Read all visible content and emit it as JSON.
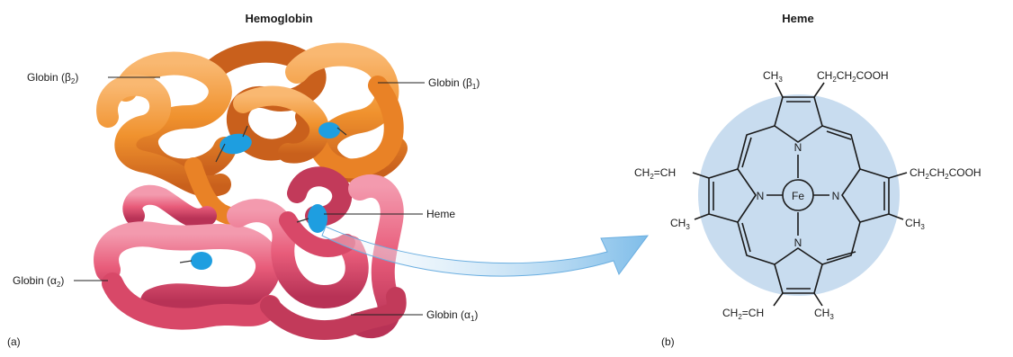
{
  "panel_a": {
    "title": "Hemoglobin",
    "letter": "(a)",
    "labels": {
      "globin_b2": {
        "text": "Globin (β",
        "sub": "2",
        "close": ")"
      },
      "globin_b1": {
        "text": "Globin (β",
        "sub": "1",
        "close": ")"
      },
      "heme": {
        "text": "Heme"
      },
      "globin_a2": {
        "text": "Globin (α",
        "sub": "2",
        "close": ")"
      },
      "globin_a1": {
        "text": "Globin (α",
        "sub": "1",
        "close": ")"
      }
    }
  },
  "panel_b": {
    "title": "Heme",
    "letter": "(b)",
    "center_atom": "Fe",
    "nitrogen": "N",
    "substituents": {
      "top_left_ch": "CH",
      "top_left_sub": "3",
      "top_right_a": "CH",
      "top_right_s1": "2",
      "top_right_b": "CH",
      "top_right_s2": "2",
      "top_right_c": "COOH",
      "left_a": "CH",
      "left_s": "2",
      "left_b": "=CH",
      "left_low_ch": "CH",
      "left_low_sub": "3",
      "right_a": "CH",
      "right_s1": "2",
      "right_b": "CH",
      "right_s2": "2",
      "right_c": "COOH",
      "right_low_ch": "CH",
      "right_low_sub": "3",
      "bottom_a": "CH",
      "bottom_s": "2",
      "bottom_b": "=CH",
      "bottom_right_ch": "CH",
      "bottom_right_sub": "3"
    }
  },
  "colors": {
    "beta_orange": "#f0922e",
    "beta_dark": "#c9601c",
    "alpha_pink": "#e85c7a",
    "alpha_dark": "#c23a5a",
    "heme_blue": "#1e9ee0",
    "circle_blue": "#c8dcef",
    "arrow_blue": "#8cc4ec"
  }
}
